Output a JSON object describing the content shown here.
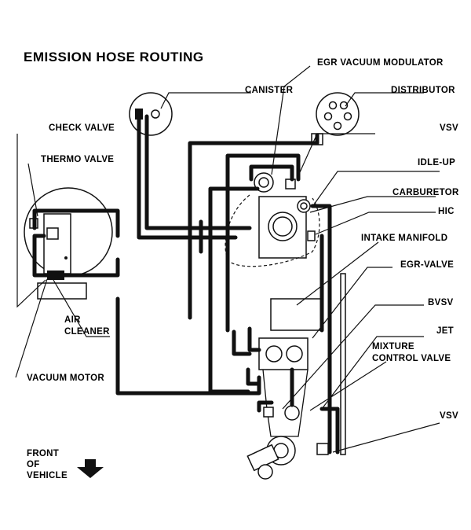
{
  "title": "EMISSION HOSE ROUTING",
  "labels": {
    "egr_vacuum_modulator": "EGR VACUUM MODULATOR",
    "canister": "CANISTER",
    "distributor": "DISTRIBUTOR",
    "check_valve": "CHECK VALVE",
    "vsv_top": "VSV",
    "thermo_valve": "THERMO VALVE",
    "idle_up": "IDLE-UP",
    "carburetor": "CARBURETOR",
    "hic": "HIC",
    "intake_manifold": "INTAKE MANIFOLD",
    "egr_valve": "EGR-VALVE",
    "bvsv": "BVSV",
    "air_cleaner_1": "AIR",
    "air_cleaner_2": "CLEANER",
    "jet": "JET",
    "mixture_1": "MIXTURE",
    "mixture_2": "CONTROL VALVE",
    "vacuum_motor": "VACUUM MOTOR",
    "vsv_bottom": "VSV",
    "front_1": "FRONT",
    "front_2": "OF",
    "front_3": "VEHICLE"
  }
}
